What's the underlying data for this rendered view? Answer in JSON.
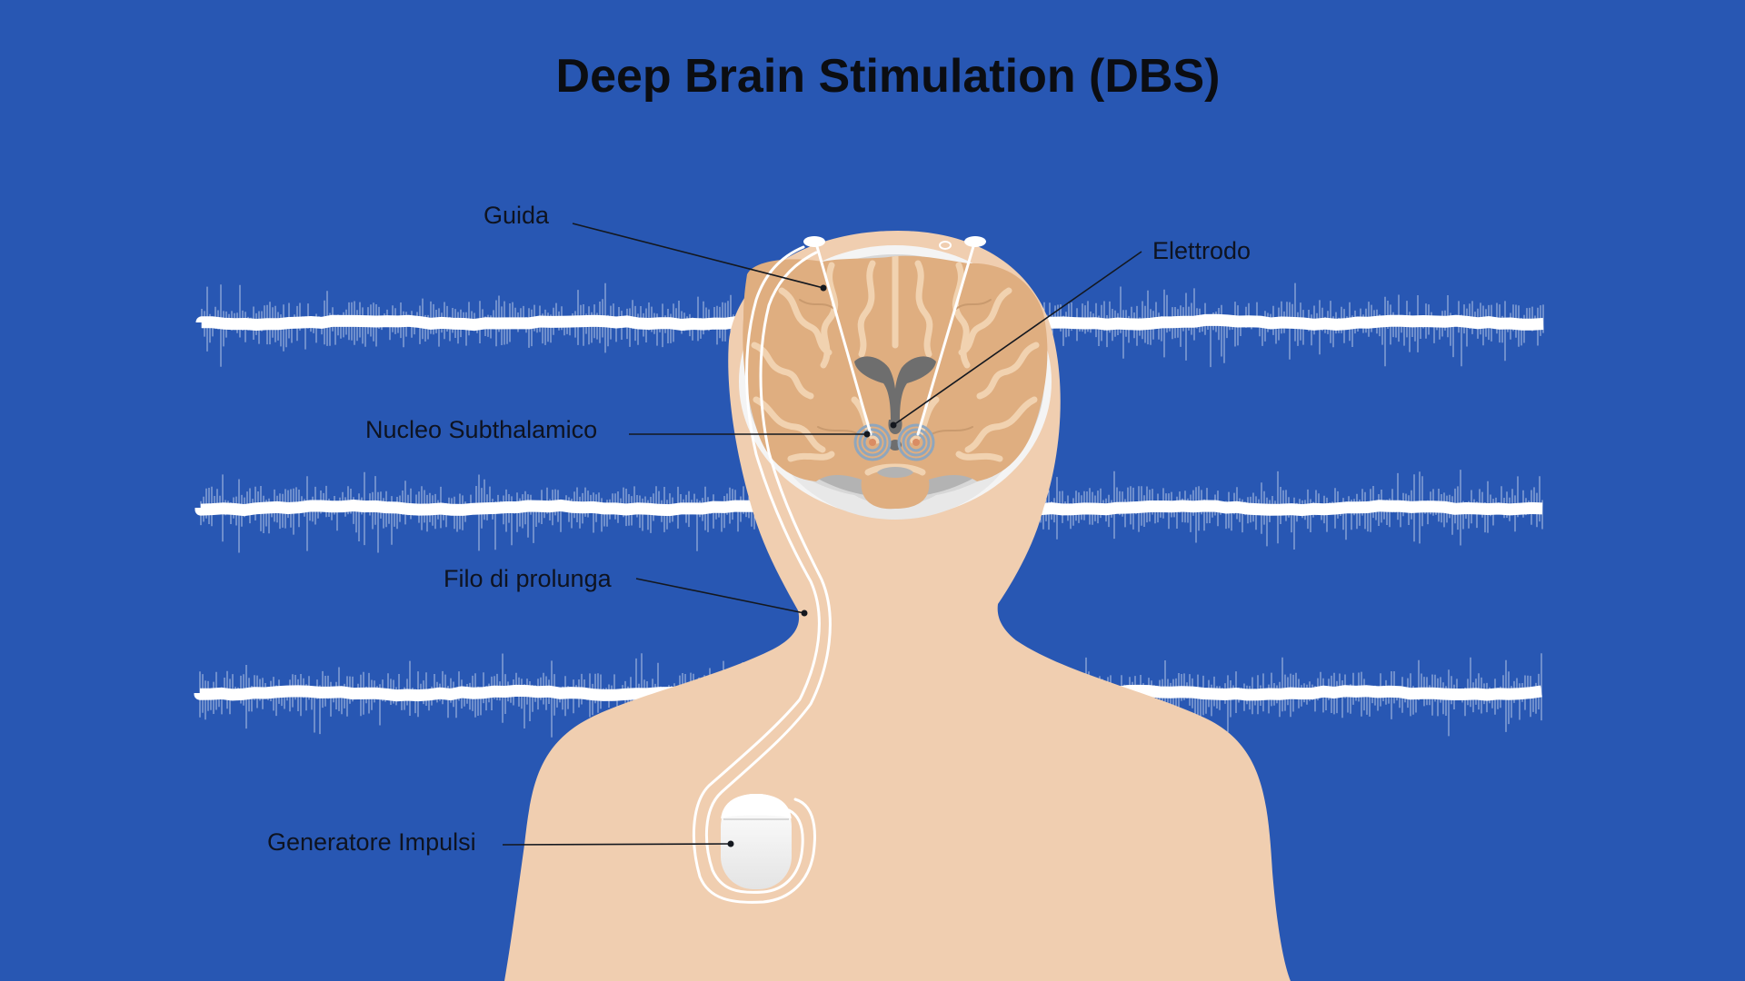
{
  "title": "Deep Brain Stimulation (DBS)",
  "labels": {
    "guida": "Guida",
    "elettrodo": "Elettrodo",
    "nucleo": "Nucleo Subthalamico",
    "filo": "Filo di prolunga",
    "generatore": "Generatore Impulsi"
  },
  "colors": {
    "background": "#2857b3",
    "skin": "#f0ceb0",
    "brain": "#dfae80",
    "brain_highlight": "#f1d2b0",
    "skull": "#d7d7d7",
    "skull_inner": "#b3b3b3",
    "ventricle": "#6e6e6e",
    "wire": "#ffffff",
    "stn": "#8fa6bd",
    "stn_core": "#d98c64",
    "leader": "#14181f",
    "text": "#0e1320"
  },
  "signal_traces": [
    "upper",
    "middle",
    "lower"
  ]
}
